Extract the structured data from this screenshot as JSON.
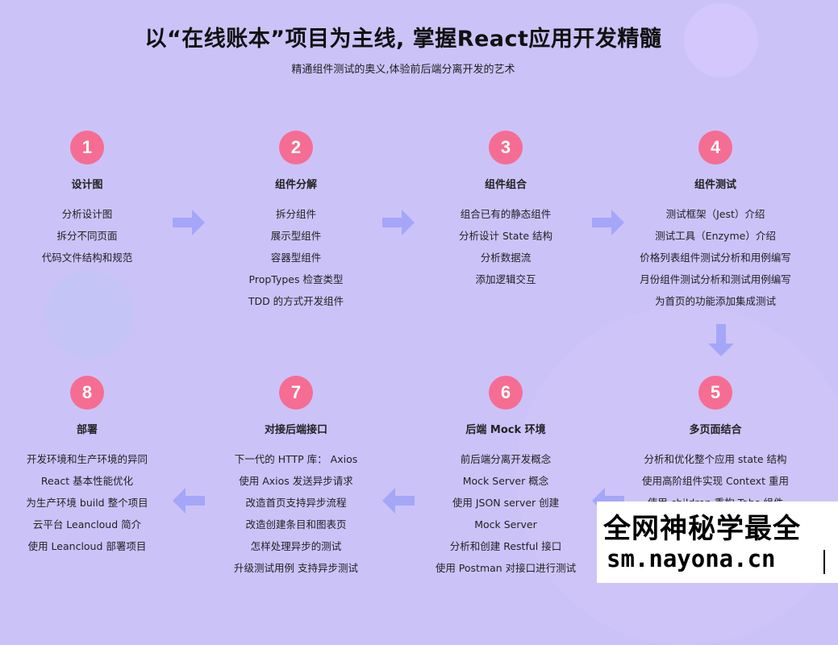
{
  "header": {
    "title": "以“在线账本”项目为主线, 掌握React应用开发精髓",
    "subtitle": "精通组件测试的奥义,体验前后端分离开发的艺术"
  },
  "steps": [
    {
      "num": "1",
      "title": "设计图",
      "items": [
        "分析设计图",
        "拆分不同页面",
        "代码文件结构和规范"
      ]
    },
    {
      "num": "2",
      "title": "组件分解",
      "items": [
        "拆分组件",
        "展示型组件",
        "容器型组件",
        "PropTypes 检查类型",
        "TDD 的方式开发组件"
      ]
    },
    {
      "num": "3",
      "title": "组件组合",
      "items": [
        "组合已有的静态组件",
        "分析设计 State 结构",
        "分析数据流",
        "添加逻辑交互"
      ]
    },
    {
      "num": "4",
      "title": "组件测试",
      "items": [
        "测试框架（Jest）介绍",
        "测试工具（Enzyme）介绍",
        "价格列表组件测试分析和用例编写",
        "月份组件测试分析和测试用例编写",
        "为首页的功能添加集成测试"
      ]
    },
    {
      "num": "5",
      "title": "多页面结合",
      "items": [
        "分析和优化整个应用 state 结构",
        "使用高阶组件实现 Context 重用",
        "使用 children 重构 Tabs 组件"
      ]
    },
    {
      "num": "6",
      "title": "后端 Mock 环境",
      "items": [
        "前后端分离开发概念",
        "Mock Server 概念",
        "使用 JSON server 创建",
        "Mock Server",
        "分析和创建 Restful 接口",
        "使用 Postman 对接口进行测试"
      ]
    },
    {
      "num": "7",
      "title": "对接后端接口",
      "items": [
        "下一代的 HTTP 库： Axios",
        "使用 Axios 发送异步请求",
        "改造首页支持异步流程",
        "改造创建条目和图表页",
        "怎样处理异步的测试",
        "升级测试用例 支持异步测试"
      ]
    },
    {
      "num": "8",
      "title": "部署",
      "items": [
        "开发环境和生产环境的异同",
        "React 基本性能优化",
        "为生产环境 build 整个项目",
        "云平台 Leancloud 简介",
        "使用 Leancloud 部署项目"
      ]
    }
  ],
  "watermark": {
    "line1": "全网神秘学最全",
    "line2": "sm.nayona.cn"
  },
  "colors": {
    "background": "#cbc3f8",
    "badge": "#f56d92",
    "arrow": "#a4a6f8"
  }
}
